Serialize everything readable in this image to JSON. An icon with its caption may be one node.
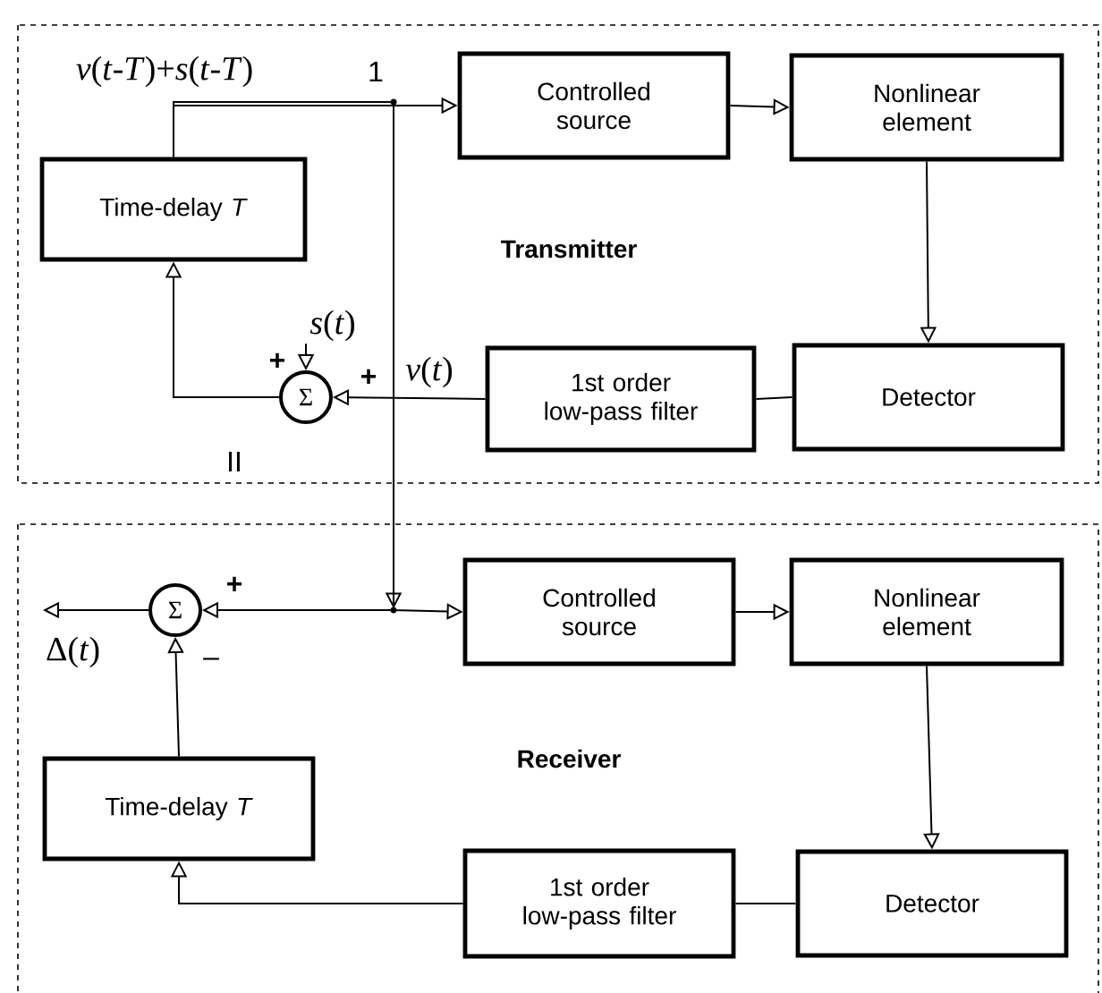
{
  "diagram": {
    "nodes": [
      {
        "text": [
          "Transmitter"
        ]
      },
      {
        "text": [
          "Time-delay *T*"
        ],
        "in": 0
      },
      {
        "text": [
          "Controlled source"
        ],
        "in": 0
      },
      {
        "text": [
          "Nonlinear element"
        ],
        "in": 0
      },
      {
        "text": [
          "Σ"
        ],
        "in": 0
      },
      {
        "text": [
          "1st order low-pass filter"
        ],
        "in": 0
      },
      {
        "text": [
          "Detector"
        ],
        "in": 0
      },
      {
        "text": [
          "Receiver"
        ]
      },
      {
        "text": [
          "Controlled source"
        ],
        "in": 7
      },
      {
        "text": [
          "Nonlinear element"
        ],
        "in": 7
      },
      {
        "text": [
          "Σ"
        ],
        "in": 7
      },
      {
        "text": [
          "Time-delay *T*"
        ],
        "in": 7
      },
      {
        "text": [
          "1st order low-pass filter"
        ],
        "in": 7
      },
      {
        "text": [
          "Detector"
        ],
        "in": 7
      },
      {
        "text": [
          "*s*(*t*)"
        ],
        "in": 0
      },
      {
        "text": [
          "Δ(*t*)"
        ],
        "in": 7
      }
    ],
    "edges": [
      {
        "from": 1,
        "to": 2,
        "arrow": "to"
      },
      {
        "from": 2,
        "to": 3,
        "arrow": "to"
      },
      {
        "from": 3,
        "to": 6,
        "arrow": "to"
      },
      {
        "from": 6,
        "to": 5,
        "arrow": "none"
      },
      {
        "from": 5,
        "to": 4,
        "arrow": "to"
      },
      {
        "from": 4,
        "to": 1,
        "arrow": "to"
      },
      {
        "from": 14,
        "to": 4,
        "arrow": "to"
      },
      {
        "from": 1,
        "to": 8,
        "arrow": "to"
      },
      {
        "from": 1,
        "to": 10,
        "arrow": "to"
      },
      {
        "from": 8,
        "to": 9,
        "arrow": "to"
      },
      {
        "from": 9,
        "to": 13,
        "arrow": "to"
      },
      {
        "from": 13,
        "to": 12,
        "arrow": "none"
      },
      {
        "from": 12,
        "to": 11,
        "arrow": "to"
      },
      {
        "from": 11,
        "to": 10,
        "arrow": "to"
      },
      {
        "from": 10,
        "to": 15,
        "arrow": "to"
      }
    ],
    "labels": [
      "*v*(*t*-*T*)+*s*(*t*-*T*)",
      "1",
      "+",
      "+",
      "*v*(*t*)",
      "II",
      "+",
      "–"
    ]
  }
}
